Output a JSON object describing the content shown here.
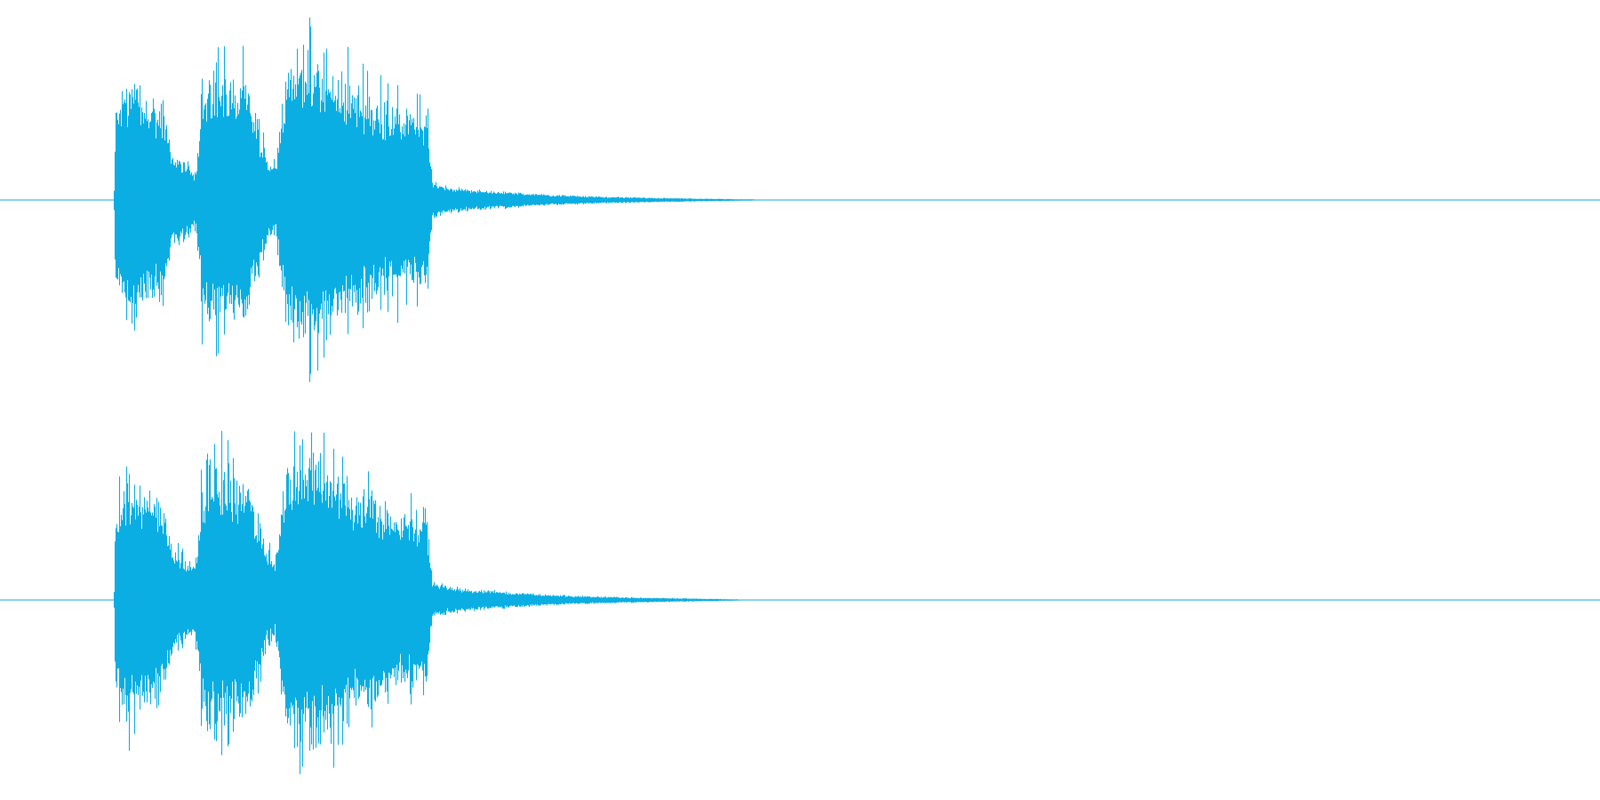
{
  "waveform": {
    "color": "#0aaee3",
    "channels": [
      {
        "name": "",
        "envelope": [
          [
            0.0,
            0.0
          ],
          [
            0.071,
            0.0
          ],
          [
            0.072,
            0.55
          ],
          [
            0.08,
            0.72
          ],
          [
            0.09,
            0.62
          ],
          [
            0.1,
            0.58
          ],
          [
            0.108,
            0.28
          ],
          [
            0.116,
            0.22
          ],
          [
            0.122,
            0.18
          ],
          [
            0.126,
            0.65
          ],
          [
            0.135,
            0.75
          ],
          [
            0.145,
            0.7
          ],
          [
            0.155,
            0.68
          ],
          [
            0.165,
            0.3
          ],
          [
            0.172,
            0.2
          ],
          [
            0.178,
            0.78
          ],
          [
            0.19,
            0.9
          ],
          [
            0.2,
            0.8
          ],
          [
            0.215,
            0.7
          ],
          [
            0.23,
            0.62
          ],
          [
            0.245,
            0.55
          ],
          [
            0.26,
            0.5
          ],
          [
            0.266,
            0.55
          ],
          [
            0.27,
            0.12
          ],
          [
            0.28,
            0.08
          ],
          [
            0.3,
            0.06
          ],
          [
            0.33,
            0.04
          ],
          [
            0.36,
            0.025
          ],
          [
            0.4,
            0.015
          ],
          [
            0.44,
            0.008
          ],
          [
            0.47,
            0.004
          ],
          [
            0.48,
            0.0
          ],
          [
            1.0,
            0.0
          ]
        ]
      },
      {
        "name": "",
        "envelope": [
          [
            0.0,
            0.0
          ],
          [
            0.071,
            0.0
          ],
          [
            0.072,
            0.55
          ],
          [
            0.08,
            0.72
          ],
          [
            0.09,
            0.65
          ],
          [
            0.1,
            0.6
          ],
          [
            0.108,
            0.3
          ],
          [
            0.116,
            0.25
          ],
          [
            0.122,
            0.2
          ],
          [
            0.126,
            0.68
          ],
          [
            0.135,
            0.78
          ],
          [
            0.145,
            0.72
          ],
          [
            0.155,
            0.7
          ],
          [
            0.165,
            0.32
          ],
          [
            0.172,
            0.22
          ],
          [
            0.178,
            0.8
          ],
          [
            0.19,
            0.92
          ],
          [
            0.2,
            0.82
          ],
          [
            0.215,
            0.72
          ],
          [
            0.23,
            0.64
          ],
          [
            0.245,
            0.56
          ],
          [
            0.26,
            0.52
          ],
          [
            0.266,
            0.56
          ],
          [
            0.27,
            0.12
          ],
          [
            0.28,
            0.08
          ],
          [
            0.3,
            0.06
          ],
          [
            0.33,
            0.04
          ],
          [
            0.36,
            0.025
          ],
          [
            0.4,
            0.015
          ],
          [
            0.44,
            0.008
          ],
          [
            0.46,
            0.004
          ],
          [
            0.47,
            0.0
          ],
          [
            1.0,
            0.0
          ]
        ]
      }
    ]
  }
}
